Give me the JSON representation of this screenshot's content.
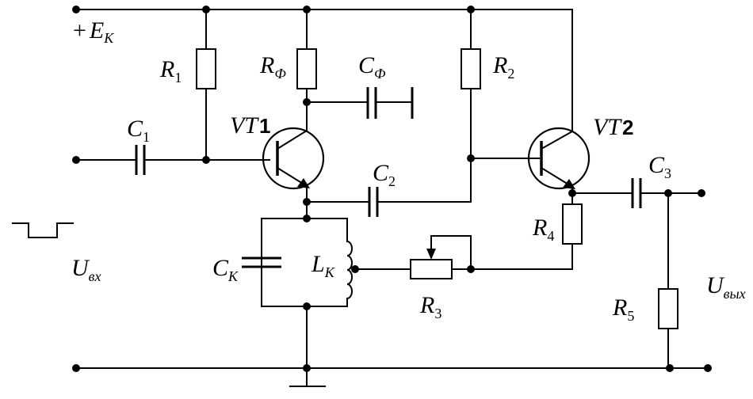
{
  "supply": {
    "sign": "+",
    "symbol": "E",
    "subscript": "К"
  },
  "resistors": [
    {
      "id": "R1",
      "symbol": "R",
      "subscript": "1"
    },
    {
      "id": "RF",
      "symbol": "R",
      "subscript": "Ф"
    },
    {
      "id": "R2",
      "symbol": "R",
      "subscript": "2"
    },
    {
      "id": "R3",
      "symbol": "R",
      "subscript": "3"
    },
    {
      "id": "R4",
      "symbol": "R",
      "subscript": "4"
    },
    {
      "id": "R5",
      "symbol": "R",
      "subscript": "5"
    }
  ],
  "capacitors": [
    {
      "id": "C1",
      "symbol": "C",
      "subscript": "1"
    },
    {
      "id": "CF",
      "symbol": "C",
      "subscript": "Ф"
    },
    {
      "id": "C2",
      "symbol": "C",
      "subscript": "2"
    },
    {
      "id": "C3",
      "symbol": "C",
      "subscript": "3"
    },
    {
      "id": "CK",
      "symbol": "C",
      "subscript": "К"
    }
  ],
  "inductor": {
    "symbol": "L",
    "subscript": "К"
  },
  "transistors": [
    {
      "id": "VT1",
      "prefix": "VT",
      "number": "1"
    },
    {
      "id": "VT2",
      "prefix": "VT",
      "number": "2"
    }
  ],
  "input": {
    "symbol": "U",
    "subscript": "вх"
  },
  "output": {
    "symbol": "U",
    "subscript": "вых"
  }
}
